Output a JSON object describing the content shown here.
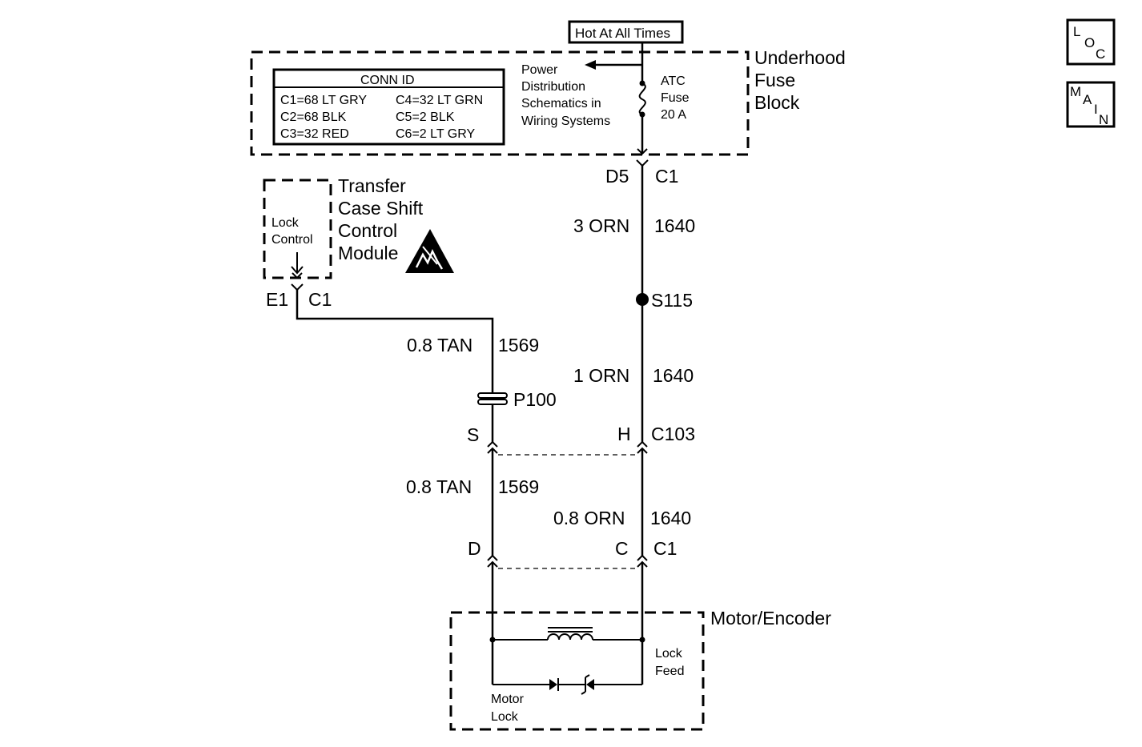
{
  "nav": {
    "loc": [
      "L",
      "O",
      "C"
    ],
    "main": [
      "M",
      "A",
      "I",
      "N"
    ]
  },
  "hot_label": "Hot At All Times",
  "fuse_block": {
    "title": [
      "Underhood",
      "Fuse",
      "Block"
    ],
    "conn_id": {
      "header": "CONN ID",
      "left": [
        "C1=68 LT GRY",
        "C2=68 BLK",
        "C3=32 RED"
      ],
      "right": [
        "C4=32 LT GRN",
        "C5=2 BLK",
        "C6=2 LT GRY"
      ]
    },
    "power_ref": [
      "Power",
      "Distribution",
      "Schematics in",
      "Wiring Systems"
    ],
    "fuse": [
      "ATC",
      "Fuse",
      "20 A"
    ]
  },
  "module": {
    "title": [
      "Transfer",
      "Case Shift",
      "Control",
      "Module"
    ],
    "pin_label": [
      "Lock",
      "Control"
    ]
  },
  "connectors": {
    "d5": "D5",
    "d5_c": "C1",
    "e1": "E1",
    "e1_c": "C1",
    "s": "S",
    "h": "H",
    "c103": "C103",
    "d": "D",
    "c": "C",
    "c1_bottom": "C1"
  },
  "wires": {
    "orn3": "3 ORN",
    "orn3_ckt": "1640",
    "splice": "S115",
    "orn1": "1 ORN",
    "orn1_ckt": "1640",
    "tan_top": "0.8 TAN",
    "tan_top_ckt": "1569",
    "p100": "P100",
    "tan_bot": "0.8 TAN",
    "tan_bot_ckt": "1569",
    "orn08": "0.8 ORN",
    "orn08_ckt": "1640"
  },
  "motor": {
    "title": "Motor/Encoder",
    "lock_feed": [
      "Lock",
      "Feed"
    ],
    "motor_lock": [
      "Motor",
      "Lock"
    ]
  }
}
